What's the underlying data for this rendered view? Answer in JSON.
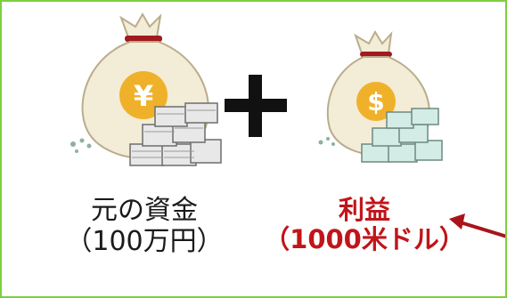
{
  "left_item": {
    "icon": "yen-money-bag-icon",
    "symbol": "¥",
    "label_line1": "元の資金",
    "label_line2": "（100万円）"
  },
  "operator": {
    "icon": "plus-icon"
  },
  "right_item": {
    "icon": "dollar-money-bag-icon",
    "symbol": "$",
    "label_line1": "利益",
    "label_line2": "（1000米ドル）"
  },
  "colors": {
    "frame_border": "#7ccf3f",
    "bag": "#f3ecd6",
    "coin": "#f0b12a",
    "yen_bills": "#e8e8e8",
    "dollar_bills": "#d3ece6",
    "profit_text": "#c0151b",
    "arrow": "#a8141a"
  }
}
